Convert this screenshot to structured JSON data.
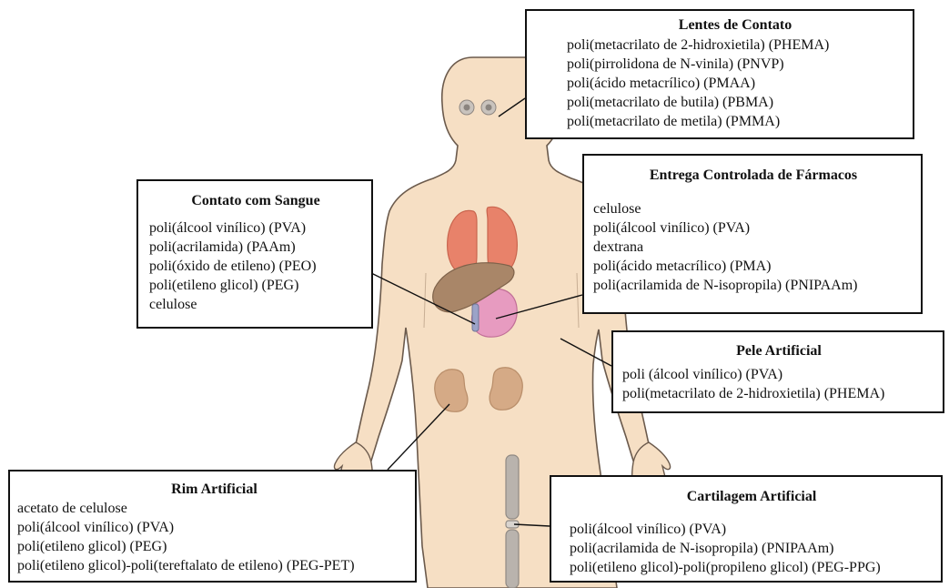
{
  "boxes": {
    "lentes": {
      "title": "Lentes de Contato",
      "items": [
        "poli(metacrilato de 2-hidroxietila) (PHEMA)",
        "poli(pirrolidona de N-vinila) (PNVP)",
        "poli(ácido metacrílico) (PMAA)",
        "poli(metacrilato de butila) (PBMA)",
        "poli(metacrilato de metila) (PMMA)"
      ]
    },
    "sangue": {
      "title": "Contato com Sangue",
      "items": [
        "poli(álcool vinílico) (PVA)",
        "poli(acrilamida) (PAAm)",
        "poli(óxido de etileno) (PEO)",
        "poli(etileno glicol) (PEG)",
        "celulose"
      ]
    },
    "farmacos": {
      "title": "Entrega Controlada de Fármacos",
      "items": [
        "celulose",
        "poli(álcool vinílico) (PVA)",
        "dextrana",
        "poli(ácido metacrílico) (PMA)",
        "poli(acrilamida de N-isopropila) (PNIPAAm)"
      ]
    },
    "pele": {
      "title": "Pele Artificial",
      "items": [
        "poli (álcool vinílico) (PVA)",
        "poli(metacrilato de 2-hidroxietila) (PHEMA)"
      ]
    },
    "rim": {
      "title": "Rim Artificial",
      "items": [
        "acetato de celulose",
        "poli(álcool vinílico) (PVA)",
        "poli(etileno glicol) (PEG)",
        "poli(etileno glicol)-poli(tereftalato de etileno) (PEG-PET)"
      ]
    },
    "cartilagem": {
      "title": "Cartilagem Artificial",
      "items": [
        "poli(álcool vinílico) (PVA)",
        "poli(acrilamida de N-isopropila) (PNIPAAm)",
        "poli(etileno glicol)-poli(propileno glicol) (PEG-PPG)"
      ]
    }
  },
  "colors": {
    "skin": "#f6dfc4",
    "outline": "#6b5a4c",
    "lung": "#e8826a",
    "liver": "#a98668",
    "stomach": "#e79bc0",
    "kidney": "#d5aa86",
    "bone": "#b9b3ad"
  }
}
